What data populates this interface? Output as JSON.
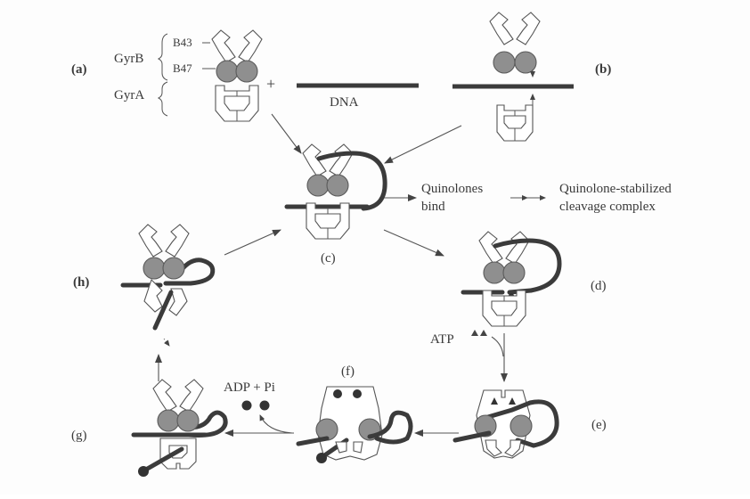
{
  "figure": {
    "title": "DNA gyrase catalytic cycle",
    "colors": {
      "protein_outline": "#555555",
      "gyrB_domain_fill": "#8f8f8f",
      "dna": "#3b3b3b",
      "text": "#3a3a3a",
      "background": "#fdfdfd"
    },
    "panels": {
      "a": "(a)",
      "b": "(b)",
      "c": "(c)",
      "d": "(d)",
      "e": "(e)",
      "f": "(f)",
      "g": "(g)",
      "h": "(h)"
    },
    "labels": {
      "gyrB": "GyrB",
      "gyrA": "GyrA",
      "b43": "B43",
      "b47": "B47",
      "plus": "+",
      "dna": "DNA",
      "quinolones_line1": "Quinolones",
      "quinolones_line2": "bind",
      "complex_line1": "Quinolone-stabilized",
      "complex_line2": "cleavage complex",
      "atp": "ATP",
      "adp": "ADP + Pi"
    },
    "steps": [
      {
        "from": "a",
        "to": "c"
      },
      {
        "from": "b",
        "to": "c"
      },
      {
        "from": "c",
        "to": "quinolones"
      },
      {
        "from": "quinolones",
        "to": "cleavage complex"
      },
      {
        "from": "c",
        "to": "d"
      },
      {
        "from": "d",
        "to": "e",
        "input": "ATP"
      },
      {
        "from": "e",
        "to": "f"
      },
      {
        "from": "f",
        "to": "g",
        "output": "ADP + Pi"
      },
      {
        "from": "g",
        "to": "h"
      },
      {
        "from": "h",
        "to": "c"
      }
    ]
  }
}
